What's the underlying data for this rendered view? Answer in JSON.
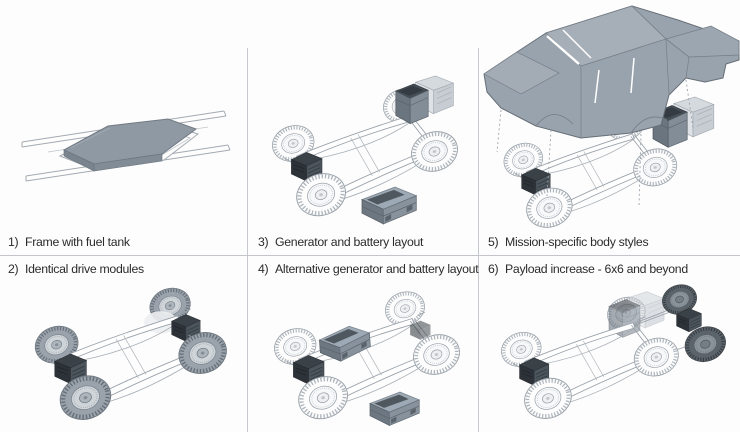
{
  "figure": {
    "description": "Modular vehicle platform concept, six numbered stages",
    "grid": {
      "columns": 3,
      "rows": 2
    }
  },
  "palette": {
    "background": "#fdfdfd",
    "divider": "#c6c9cd",
    "label_text": "#2b2b2b",
    "wireframe_line": "#9aa2aa",
    "body_gray": "#99a3ad",
    "module_dark": "#3a4147",
    "battery_box_gray": "#8b97a2"
  },
  "panels": [
    {
      "number": "1)",
      "label": "Frame with fuel tank"
    },
    {
      "number": "2)",
      "label": "Identical drive modules"
    },
    {
      "number": "3)",
      "label": "Generator and battery layout"
    },
    {
      "number": "4)",
      "label": "Alternative generator and battery layout"
    },
    {
      "number": "5)",
      "label": "Mission-specific body styles"
    },
    {
      "number": "6)",
      "label": "Payload increase - 6x6 and beyond"
    }
  ]
}
